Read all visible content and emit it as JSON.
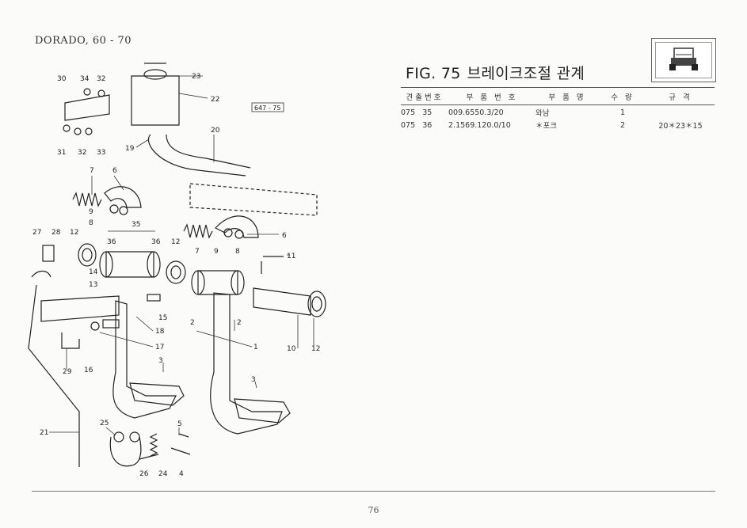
{
  "header": {
    "model": "DORADO, 60 - 70"
  },
  "figure": {
    "number": "FIG. 75",
    "title": "브레이크조절 관계",
    "ref_code": "647 - 75"
  },
  "table": {
    "headers": [
      "견출번호",
      "부 품 번 호",
      "부 품 명",
      "수 량",
      "규 격"
    ],
    "rows": [
      {
        "c1": "075",
        "c2": "35",
        "part_no": "009.6550.3/20",
        "name": "와남",
        "qty": "1",
        "spec": ""
      },
      {
        "c1": "075",
        "c2": "36",
        "part_no": "2.1569.120.0/10",
        "name": "＊포크",
        "qty": "2",
        "spec": "20＊23＊15"
      }
    ]
  },
  "labels": {
    "l30": "30",
    "l34": "34",
    "l32a": "32",
    "l23": "23",
    "l22": "22",
    "l31": "31",
    "l32b": "32",
    "l33": "33",
    "l20": "20",
    "l19": "19",
    "l7a": "7",
    "l6a": "6",
    "l9a": "9",
    "l8a": "8",
    "l27": "27",
    "l28": "28",
    "l12a": "12",
    "l35": "35",
    "l36a": "36",
    "l36b": "36",
    "l12b": "12",
    "l7b": "7",
    "l9b": "9",
    "l8b": "8",
    "l6b": "6",
    "l11": "11",
    "l14": "14",
    "l13": "13",
    "l15": "15",
    "l18": "18",
    "l17": "17",
    "l2a": "2",
    "l2b": "2",
    "l1": "1",
    "l10": "10",
    "l12c": "12",
    "l29": "29",
    "l16": "16",
    "l3a": "3",
    "l3b": "3",
    "l21": "21",
    "l25": "25",
    "l5": "5",
    "l26": "26",
    "l24": "24",
    "l4": "4"
  },
  "footer": {
    "page": "76"
  }
}
